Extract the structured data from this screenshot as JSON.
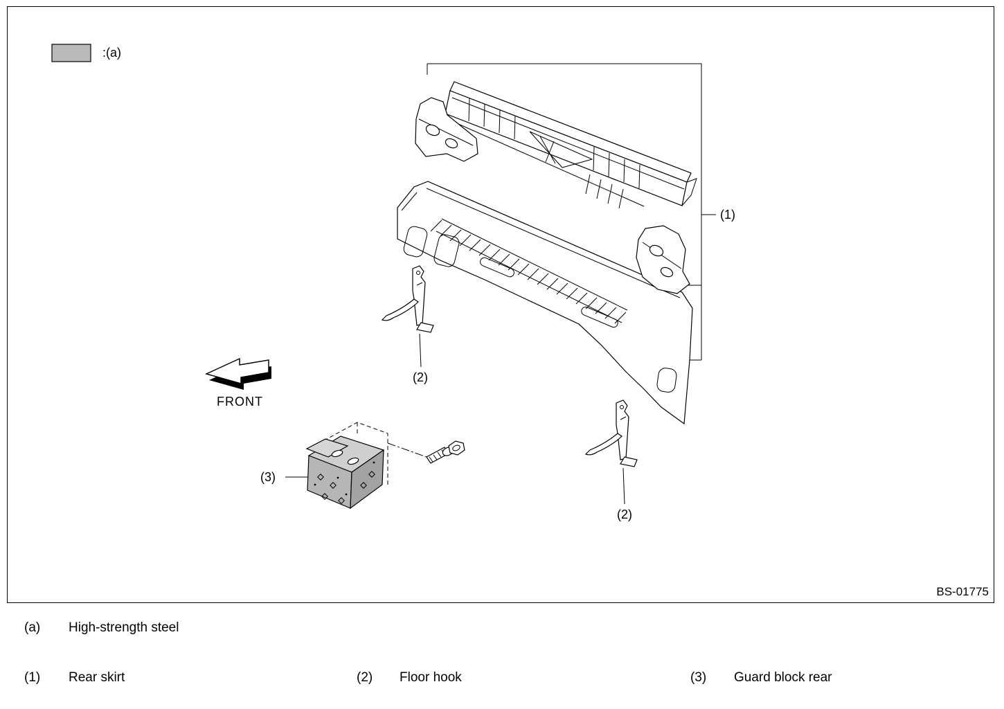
{
  "figure": {
    "code": "BS-01775",
    "front_label": "FRONT",
    "material_swatch_label": ":(a)",
    "callouts": {
      "c1": "(1)",
      "c2": "(2)",
      "c3": "(3)"
    },
    "icons": {
      "front_arrow": "left-block-arrow",
      "material_swatch": "gray-filled-rectangle"
    },
    "colors": {
      "steel_highlight": "#b9b9b9",
      "line": "#000000",
      "background": "#ffffff"
    }
  },
  "parts_list": {
    "material_row": {
      "key": "(a)",
      "label": "High-strength steel"
    },
    "rows": [
      {
        "key": "(1)",
        "label": "Rear skirt"
      },
      {
        "key": "(2)",
        "label": "Floor hook"
      },
      {
        "key": "(3)",
        "label": "Guard block rear"
      }
    ]
  }
}
